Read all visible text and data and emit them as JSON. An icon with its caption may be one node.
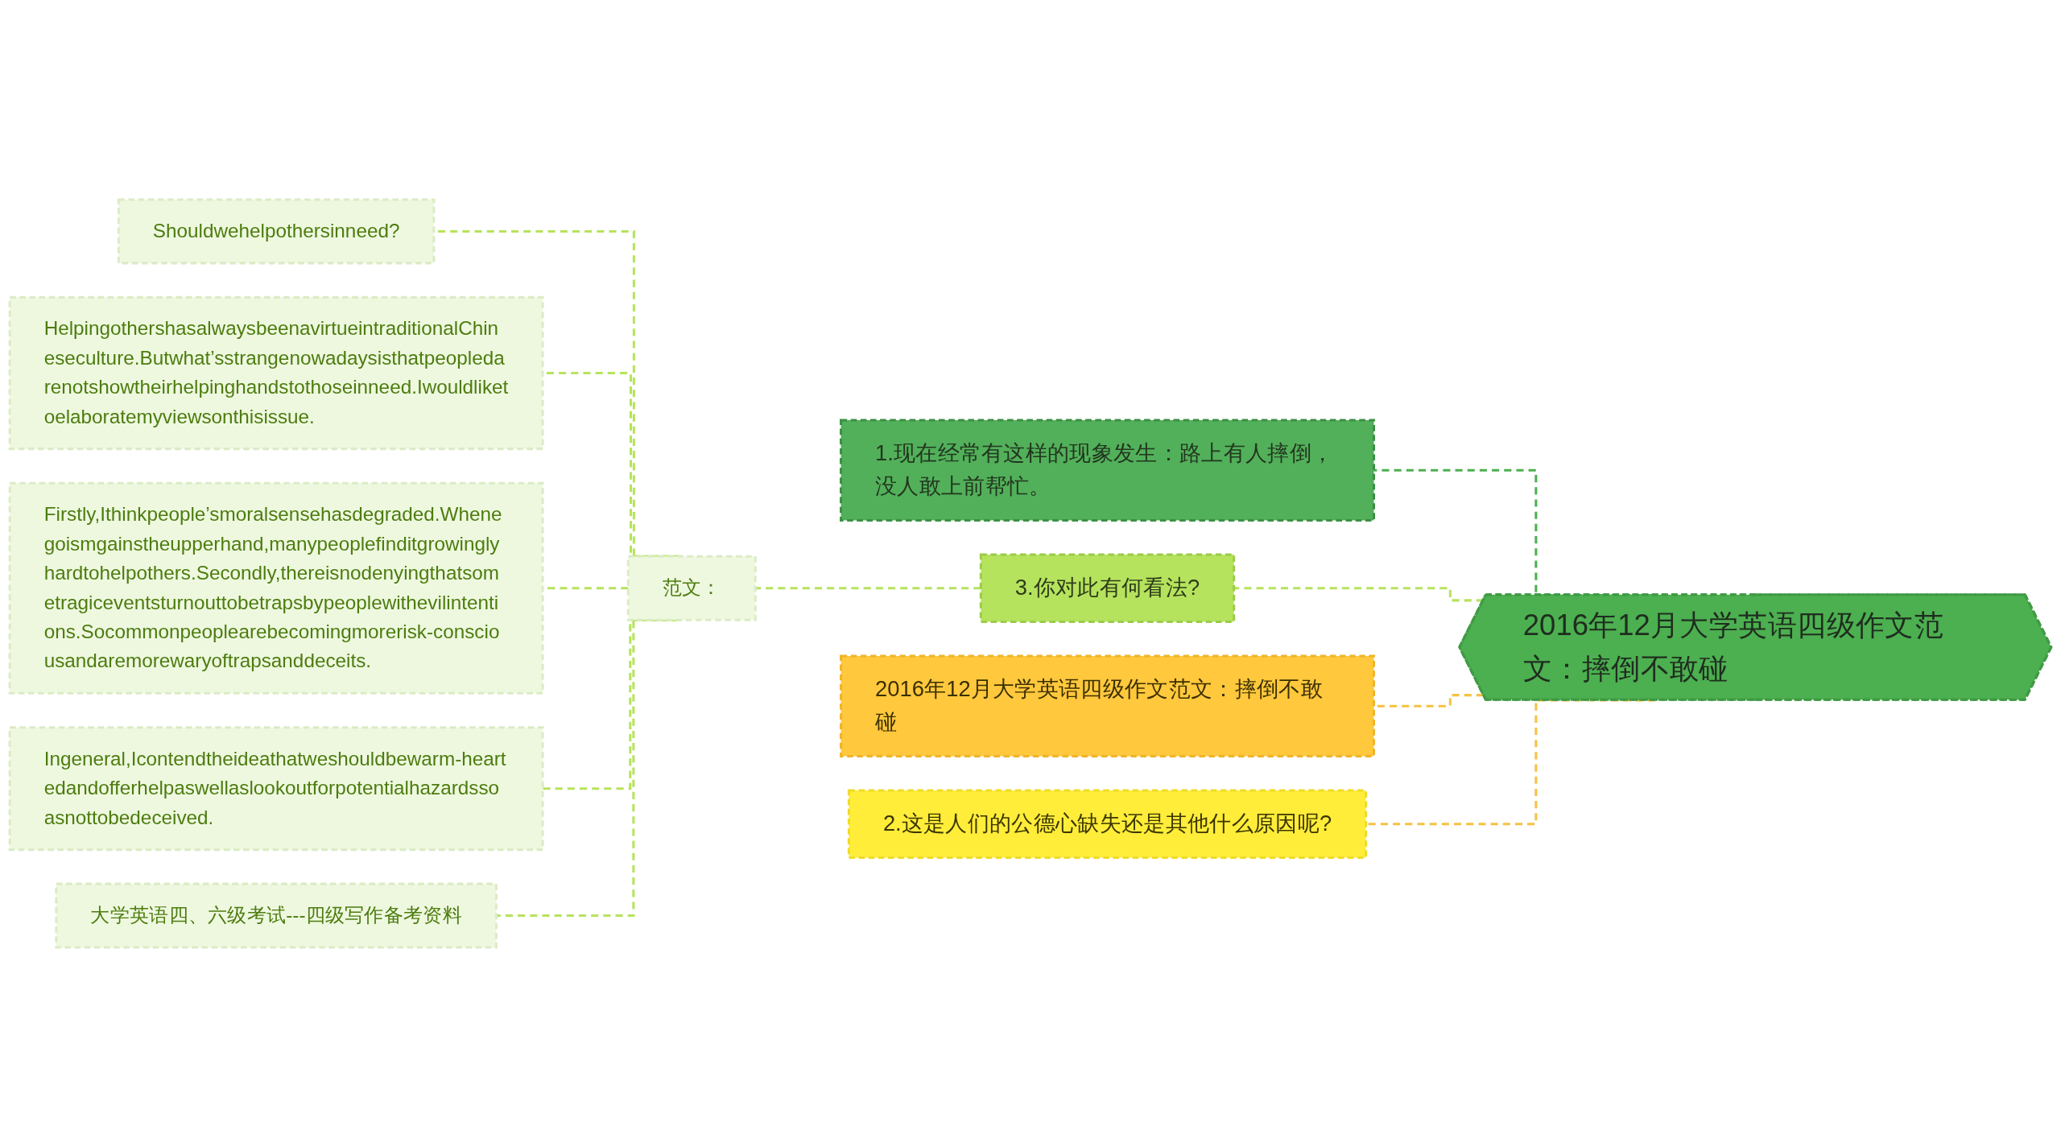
{
  "diagram": {
    "nodes": [
      {
        "text": [
          "2016年12月大学英语四级作文范文：摔倒不敢碰"
        ]
      },
      {
        "text": [
          "1.现在经常有这样的现象发生：路上有人摔倒，没人敢上前帮忙。"
        ]
      },
      {
        "text": [
          "3.你对此有何看法?"
        ]
      },
      {
        "text": [
          "范文："
        ]
      },
      {
        "text": [
          "Shouldwehelpothersinneed?"
        ]
      },
      {
        "text": [
          "HelpingothershasalwaysbeenavirtueintraditionalChineseculture.Butwhat’sstrangenowadaysisthatpeopledarenotshowtheirhelpinghandstothoseinneed.Iwouldliketoelaboratemyviewsonthisissue."
        ]
      },
      {
        "text": [
          "Firstly,Ithinkpeople’smoralsensehasdegraded.Whenegoismgainstheupperhand,manypeoplefinditgrowinglyhardtohelpothers.Secondly,thereisnodenyingthatsometragiceventsturnouttobetrapsbypeoplewithevilintentions.Socommonpeoplearebecomingmorerisk-consciousandaremorewaryoftrapsanddeceits."
        ]
      },
      {
        "text": [
          "Ingeneral,Icontendtheideathatweshouldbewarm-heartedandofferhelpaswellaslookoutforpotentialhazardssoasnottobedeceived."
        ]
      },
      {
        "text": [
          "大学英语四、六级考试---四级写作备考资料"
        ]
      },
      {
        "text": [
          "2016年12月大学英语四级作文范文：摔倒不敢碰"
        ]
      },
      {
        "text": [
          "2.这是人们的公德心缺失还是其他什么原因呢?"
        ]
      }
    ],
    "edges": [
      {
        "from": 0,
        "to": 1,
        "arrow": "none",
        "style": "dashed",
        "color": "#4caf50"
      },
      {
        "from": 0,
        "to": 2,
        "arrow": "none",
        "style": "dashed"
      },
      {
        "from": 2,
        "to": 3,
        "arrow": "none",
        "style": "dashed"
      },
      {
        "from": 3,
        "to": 4,
        "arrow": "none",
        "style": "dashed"
      },
      {
        "from": 3,
        "to": 5,
        "arrow": "none",
        "style": "dashed"
      },
      {
        "from": 3,
        "to": 6,
        "arrow": "none",
        "style": "dashed"
      },
      {
        "from": 3,
        "to": 7,
        "arrow": "none",
        "style": "dashed"
      },
      {
        "from": 3,
        "to": 8,
        "arrow": "none",
        "style": "dashed"
      },
      {
        "from": 0,
        "to": 9,
        "arrow": "none",
        "style": "dashed",
        "color": "#f5c242"
      },
      {
        "from": 0,
        "to": 10,
        "arrow": "none",
        "style": "dashed",
        "color": "#f5c242"
      }
    ]
  }
}
